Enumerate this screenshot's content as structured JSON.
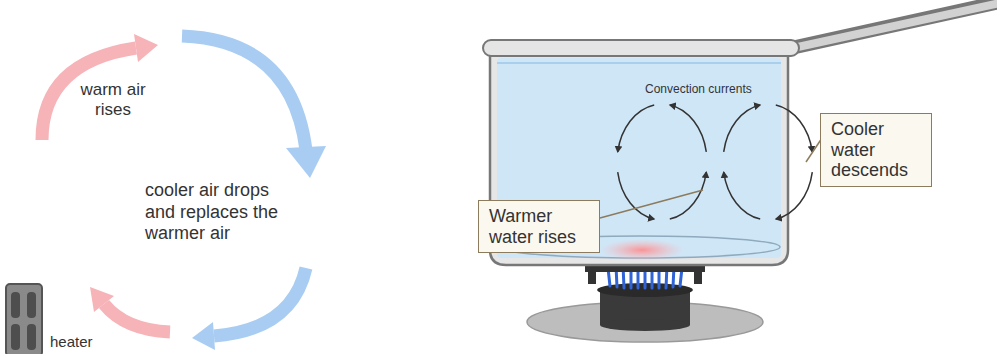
{
  "diagram": {
    "nodes": [
      {
        "text": [
          "Cooler water descends"
        ]
      },
      {
        "text": [
          "Warmer water rises"
        ]
      }
    ],
    "labels": [
      "warm air rises",
      "cooler air drops and replaces the warmer air",
      "heater",
      "Convection currents"
    ]
  }
}
